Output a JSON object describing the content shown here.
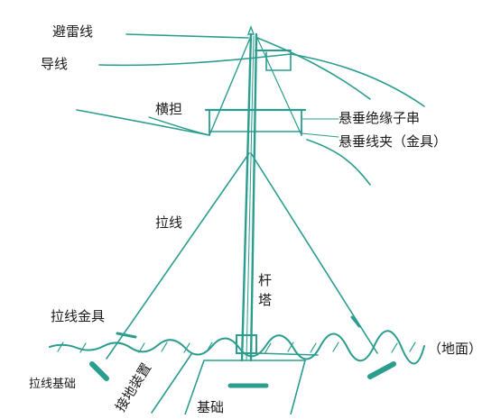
{
  "labels": {
    "lightning_wire": "避雷线",
    "conductor": "导线",
    "crossarm": "横担",
    "insulator_string": "悬垂绝缘子串",
    "suspension_clamp": "悬垂线夹（金具）",
    "guy_wire": "拉线",
    "tower_char1": "杆",
    "tower_char2": "塔",
    "guy_fitting": "拉线金具",
    "ground": "（地面）",
    "guy_foundation": "拉线基础",
    "grounding_device": "接地装置",
    "foundation": "基础"
  },
  "colors": {
    "line": "#2a9d8f",
    "text": "#1a1a1a",
    "ground": "#2a9d8f",
    "background": "#ffffff"
  }
}
